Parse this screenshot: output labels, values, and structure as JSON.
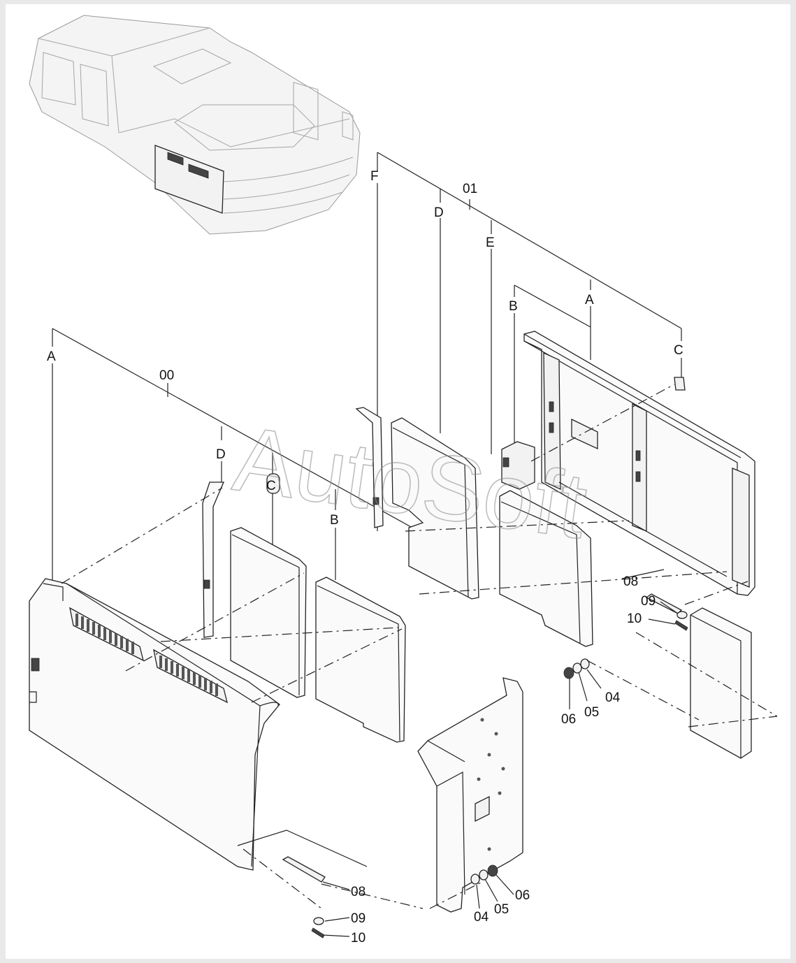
{
  "watermark": "AutoSoft",
  "callouts": {
    "assembly_left": "00",
    "assembly_right": "01",
    "left_A": "A",
    "left_B": "B",
    "left_C": "C",
    "left_D": "D",
    "right_A": "A",
    "right_B": "B",
    "right_C": "C",
    "right_D": "D",
    "right_E": "E",
    "right_F": "F",
    "part_04_lower": "04",
    "part_05_lower": "05",
    "part_06_lower": "06",
    "part_08_lower": "08",
    "part_09_lower": "09",
    "part_10_lower": "10",
    "part_04_right": "04",
    "part_05_right": "05",
    "part_06_right": "06",
    "part_08_right": "08",
    "part_09_right": "09",
    "part_10_right": "10"
  }
}
